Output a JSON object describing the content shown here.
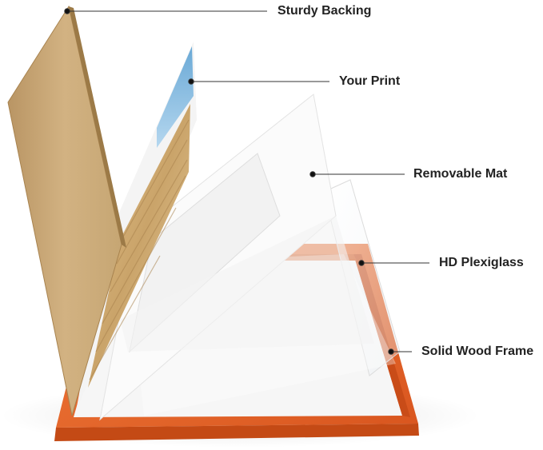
{
  "callouts": {
    "sturdy_backing": "Sturdy Backing",
    "your_print": "Your Print",
    "removable_mat": "Removable Mat",
    "hd_plexiglass": "HD Plexiglass",
    "solid_wood_frame": "Solid Wood Frame"
  },
  "colors": {
    "frame_orange": "#e8662a",
    "backing_kraft": "#c9a877",
    "mat_white": "#fafafa",
    "label_text": "#222222",
    "leader_line": "#333333"
  }
}
